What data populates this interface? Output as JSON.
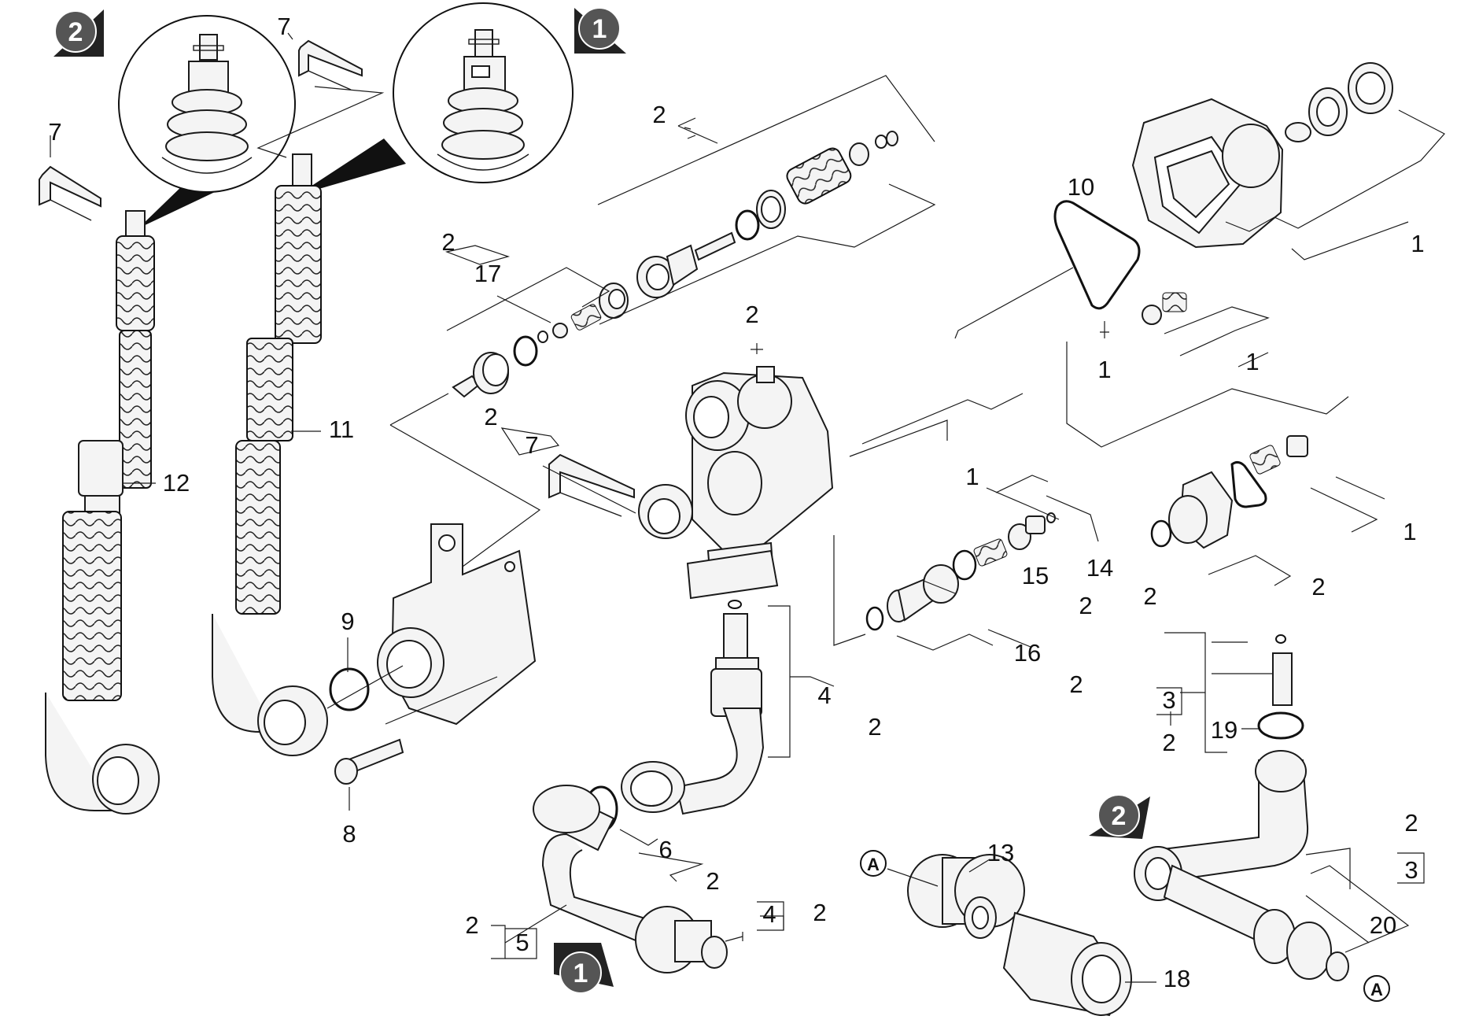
{
  "markers": {
    "one_top": "1",
    "two_top": "2",
    "one_bottom": "1",
    "two_right": "2",
    "a_left": "A",
    "a_right": "A"
  },
  "labels": {
    "l2_top_a": "2",
    "l7_top": "7",
    "l7_left": "7",
    "l2_valve": "2",
    "l17": "17",
    "l2_body": "2",
    "l2_mid7": "2",
    "l7_mid": "7",
    "l11": "11",
    "l12": "12",
    "l9": "9",
    "l8": "8",
    "l10": "10",
    "l1_tri": "1",
    "l1_head": "1",
    "l1_spring": "1",
    "l1_valve_r": "1",
    "l2_valve_r": "2",
    "l1_mid": "1",
    "l14": "14",
    "l2_14": "2",
    "l15": "15",
    "l2_15": "2",
    "l16": "16",
    "l2_16": "2",
    "l4_mid": "4",
    "l2_4mid": "2",
    "l6": "6",
    "l2_6": "2",
    "l5": "5",
    "l2_5": "2",
    "l4_low": "4",
    "l2_4low": "2",
    "l13": "13",
    "l18": "18",
    "l3_a": "3",
    "l2_3a": "2",
    "l19": "19",
    "l2_3b": "2",
    "l3_b": "3",
    "l20": "20"
  }
}
